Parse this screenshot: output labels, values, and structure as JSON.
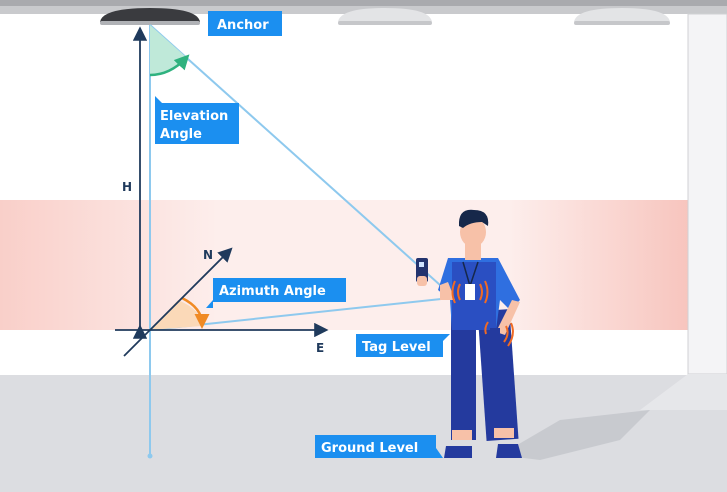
{
  "labels": {
    "anchor": "Anchor",
    "elevation_line1": "Elevation",
    "elevation_line2": "Angle",
    "height": "H",
    "north": "N",
    "east": "E",
    "azimuth": "Azimuth Angle",
    "tag_level": "Tag Level",
    "ground_level": "Ground Level"
  },
  "colors": {
    "label_bg": "#1b8ff0",
    "line": "#8ec9ee",
    "axis": "#1f3a5c",
    "elevation_fill": "#bfe9d9",
    "elevation_arrow": "#2fb27f",
    "azimuth_fill": "#fbd9b8",
    "azimuth_arrow": "#f08a24",
    "tag_band": "#fbd3cf",
    "floor": "#dcdde1"
  }
}
